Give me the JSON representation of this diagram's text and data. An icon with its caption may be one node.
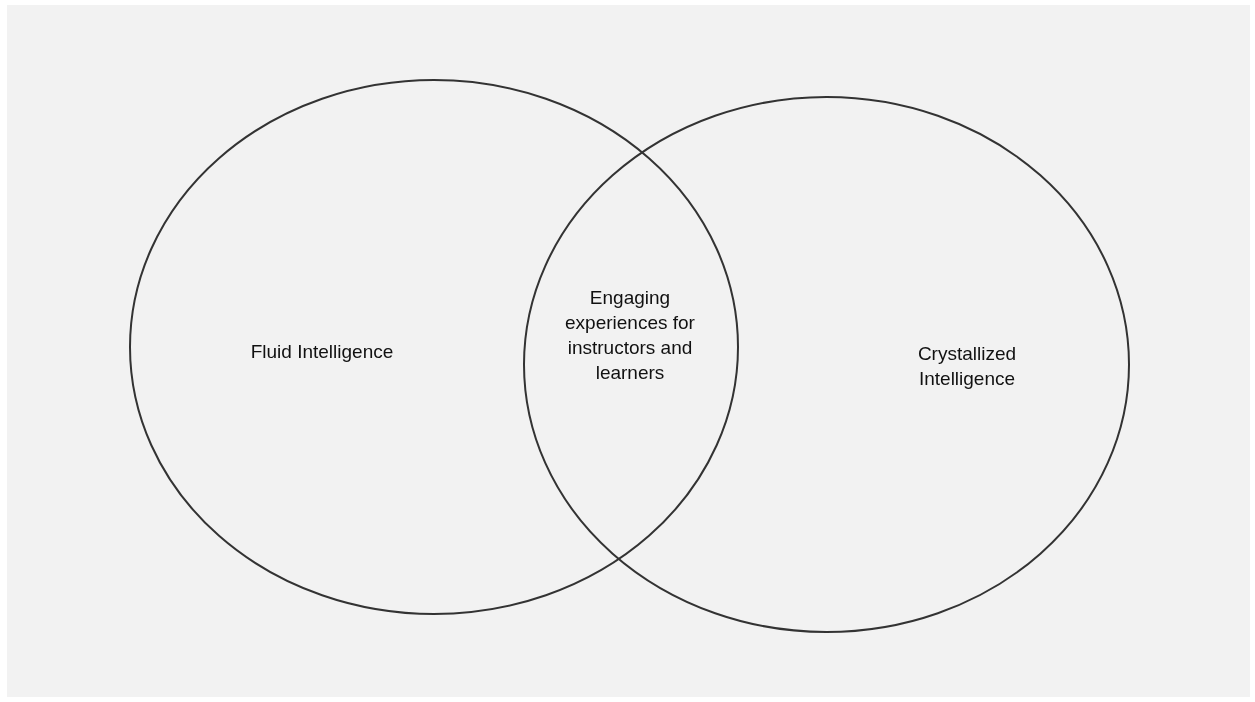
{
  "diagram": {
    "nodes": [
      {
        "text": [
          "Fluid Intelligence"
        ]
      },
      {
        "text": [
          "Crystallized Intelligence"
        ]
      }
    ],
    "labels": [
      "Engaging experiences for instructors and learners"
    ]
  }
}
